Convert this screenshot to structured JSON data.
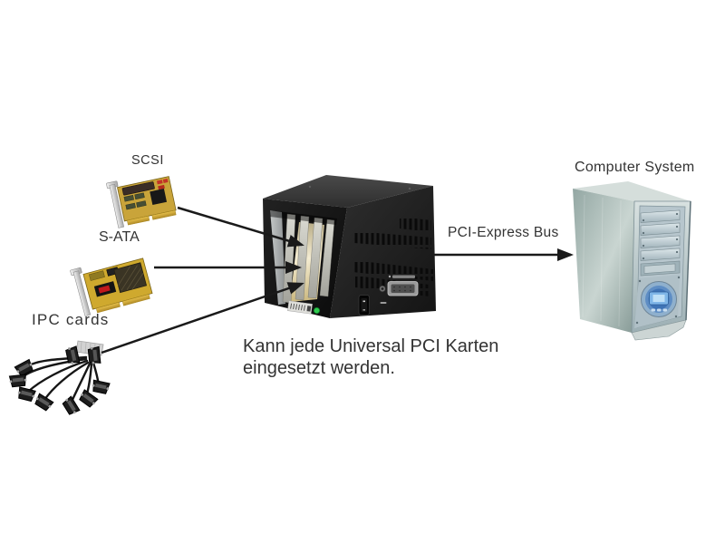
{
  "labels": {
    "scsi": "SCSI",
    "sata": "S-ATA",
    "ipc_cards": "IPC cards",
    "computer_system": "Computer System",
    "pci_express_bus": "PCI-Express Bus"
  },
  "caption": {
    "line1": "Kann jede Universal PCI Karten",
    "line2": "eingesetzt werden."
  },
  "colors": {
    "background": "#ffffff",
    "text": "#333333",
    "arrow": "#1a1a1a",
    "pcb_yellow": "#c9a43a",
    "pcb_yellow2": "#cfa92e",
    "gold_edge": "#d9b13b",
    "led_green": "#2fca4e",
    "slot_glow": "#efe6c8",
    "box_black": "#121212",
    "pc_silver": "#aebcb9",
    "fan_blue": "#3f73b5"
  }
}
